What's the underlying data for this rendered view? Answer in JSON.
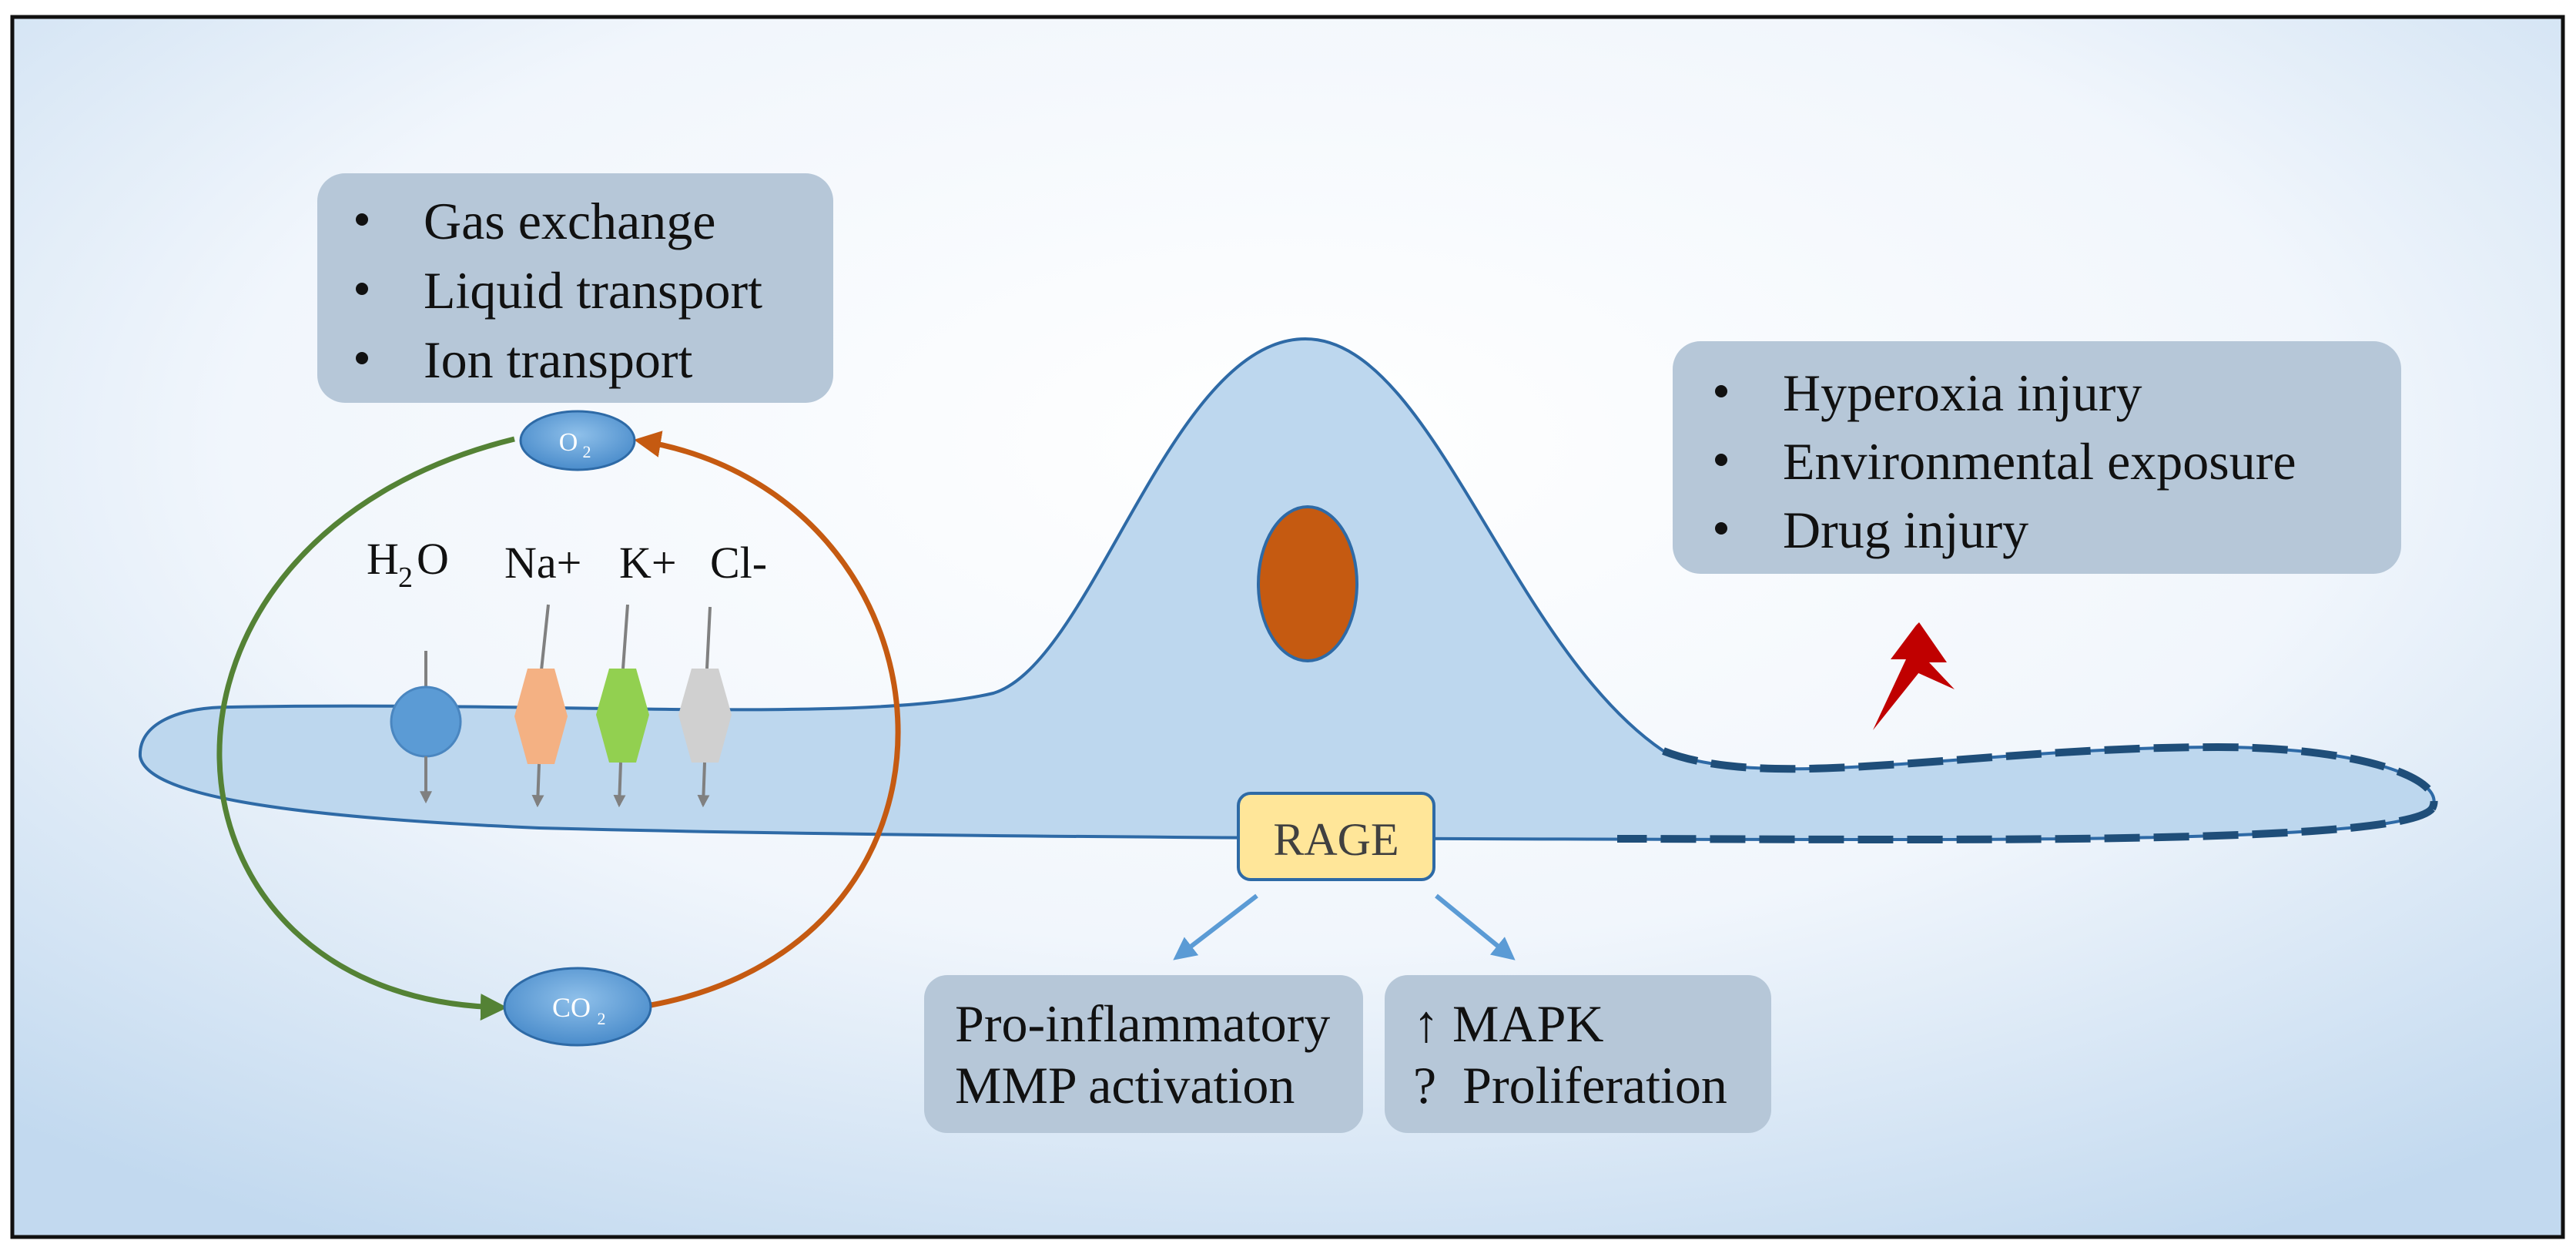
{
  "functions_box": {
    "items": [
      "Gas exchange",
      "Liquid transport",
      "Ion transport"
    ]
  },
  "injury_box": {
    "items": [
      "Hyperoxia injury",
      "Environmental exposure",
      "Drug injury"
    ]
  },
  "gas_labels": {
    "o2": "O",
    "o2_sub": "2",
    "co2": "CO",
    "co2_sub": "2"
  },
  "ion_labels": {
    "h2o_h": "H",
    "h2o_sub": "2",
    "h2o_o": "O",
    "na": "Na+",
    "k": "K+",
    "cl": "Cl-"
  },
  "receptor": {
    "label": "RAGE"
  },
  "effects": {
    "left": [
      "Pro-inflammatory",
      "MMP activation"
    ],
    "right": [
      "↑ MAPK",
      "?  Proliferation"
    ]
  },
  "colors": {
    "cell_fill": "#bdd7ee",
    "cell_stroke": "#2e6aa6",
    "nucleus": "#c55a11",
    "box_fill": "#b6c7d8",
    "rage_fill": "#ffe699",
    "green_arrow": "#548235",
    "orange_arrow": "#c55a11",
    "lightning": "#c00000"
  }
}
